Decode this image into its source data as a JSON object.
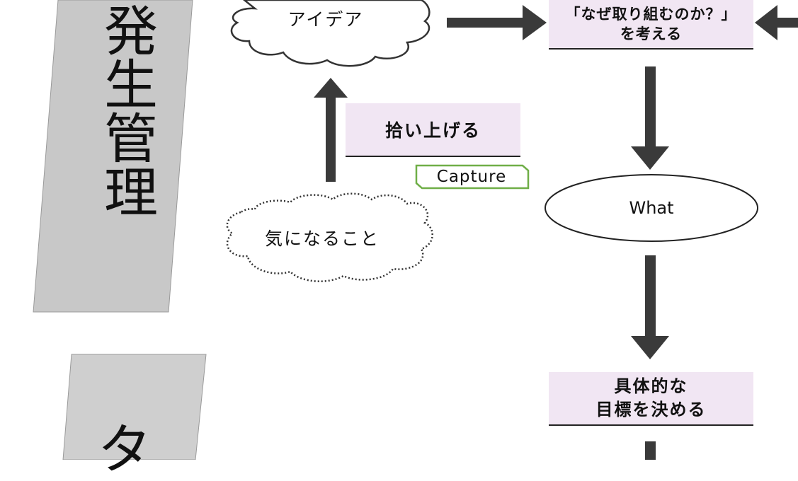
{
  "stages": [
    {
      "id": "occurrence",
      "label": "発生管理"
    },
    {
      "id": "next",
      "label": "タ"
    }
  ],
  "nodes": {
    "idea": "アイデア",
    "curious": "気になること",
    "pickup": "拾い上げる",
    "capture_tag": "Capture",
    "why_line1": "「なぜ取り組むのか？」",
    "why_line2": "を考える",
    "what": "What",
    "goal_line1": "具体的な",
    "goal_line2": "目標を決める"
  },
  "colors": {
    "stage_fill": "#c8c8c8",
    "stage_fill_2": "#cfcfcf",
    "pink_fill": "#f1e6f3",
    "arrow": "#3a3a3a",
    "capture_border": "#6fae47"
  }
}
